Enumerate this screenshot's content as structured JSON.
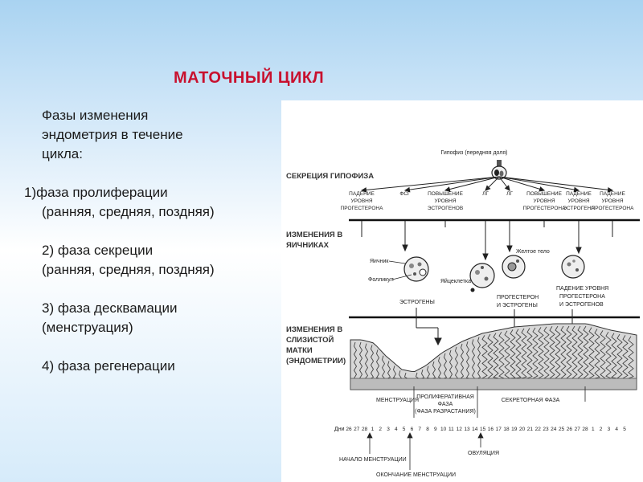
{
  "title": "МАТОЧНЫЙ ЦИКЛ",
  "intro": [
    "Фазы изменения",
    "эндометрия в течение",
    "цикла:"
  ],
  "phases": [
    {
      "line1": "1)фаза пролиферации",
      "line2": "(ранняя, средняя, поздняя)"
    },
    {
      "line1": "2) фаза секреции",
      "line2": "(ранняя, средняя, поздняя)"
    },
    {
      "line1": "3) фаза десквамации",
      "line2": "(менструация)"
    },
    {
      "line1": "4) фаза регенерации",
      "line2": ""
    }
  ],
  "diagram": {
    "top_label": "Гипофиз (передняя доля)",
    "row_labels": {
      "pituitary": "СЕКРЕЦИЯ ГИПОФИЗА",
      "ovary": [
        "ИЗМЕНЕНИЯ В",
        "ЯИЧНИКАХ"
      ],
      "uterus": [
        "ИЗМЕНЕНИЯ В",
        "СЛИЗИСТОЙ",
        "МАТКИ",
        "(ЭНДОМЕТРИИ)"
      ]
    },
    "hormones": [
      [
        "ПАДЕНИЕ",
        "УРОВНЯ",
        "ПРОГЕСТЕРОНА"
      ],
      [
        "ФСГ"
      ],
      [
        "ПОВЫШЕНИЕ",
        "УРОВНЯ",
        "ЭСТРОГЕНОВ"
      ],
      [
        "ЛГ"
      ],
      [
        "ЛГ"
      ],
      [
        "ПОВЫШЕНИЕ",
        "УРОВНЯ",
        "ПРОГЕСТЕРОНА"
      ],
      [
        "ПАДЕНИЕ",
        "УРОВНЯ",
        "ЭСТРОГЕНА"
      ],
      [
        "ПАДЕНИЕ",
        "УРОВНЯ",
        "ПРОГЕСТЕРОНА"
      ]
    ],
    "ovary_labels": {
      "ovary": "Яичник",
      "follicle": "Фолликул",
      "egg": "Яйцеклетка",
      "corpus_luteum": "Желтое тело",
      "estrogens": "ЭСТРОГЕНЫ",
      "prog_estr": [
        "ПРОГЕСТЕРОН",
        "И ЭСТРОГЕНЫ"
      ],
      "decline": [
        "ПАДЕНИЕ УРОВНЯ",
        "ПРОГЕСТЕРОНА",
        "И ЭСТРОГЕНОВ"
      ]
    },
    "phase_labels": {
      "menstruation": "МЕНСТРУАЦИЯ",
      "proliferative": [
        "ПРОЛИФЕРАТИВНАЯ",
        "ФАЗА",
        "(ФАЗА РАЗРАСТАНИЯ)"
      ],
      "secretory": "СЕКРЕТОРНАЯ ФАЗА"
    },
    "days_label": "Дни",
    "days": [
      "26",
      "27",
      "28",
      "1",
      "2",
      "3",
      "4",
      "5",
      "6",
      "7",
      "8",
      "9",
      "10",
      "11",
      "12",
      "13",
      "14",
      "15",
      "16",
      "17",
      "18",
      "19",
      "20",
      "21",
      "22",
      "23",
      "24",
      "25",
      "26",
      "27",
      "28",
      "1",
      "2",
      "3",
      "4",
      "5"
    ],
    "bottom_labels": {
      "start": "НАЧАЛО МЕНСТРУАЦИИ",
      "end": "ОКОНЧАНИЕ МЕНСТРУАЦИИ",
      "ovulation": "ОВУЛЯЦИЯ"
    }
  }
}
